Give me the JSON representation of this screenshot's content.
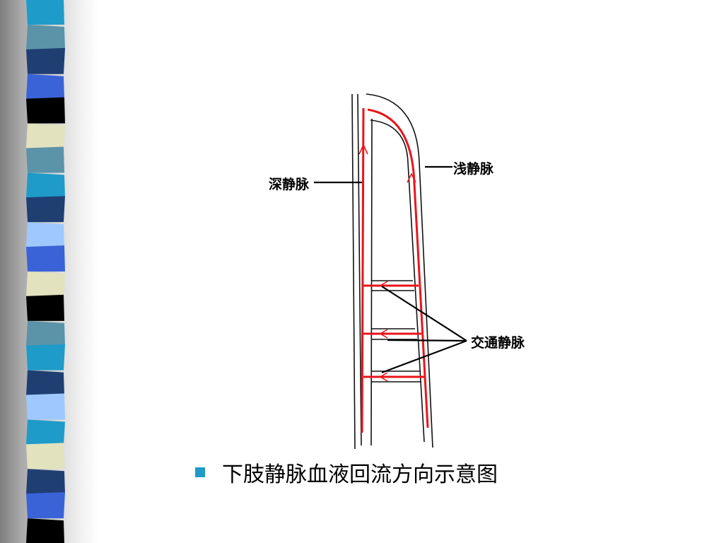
{
  "labels": {
    "deep_vein": "深静脉",
    "superficial_vein": "浅静脉",
    "perforating_vein": "交通静脉"
  },
  "caption": "下肢静脉血液回流方向示意图",
  "colors": {
    "flow": "#e8151b",
    "outline": "#111111",
    "bullet": "#1e9bc8",
    "stripe_palette": [
      "#1e9bc8",
      "#5b93a8",
      "#1f3f73",
      "#3a63d8",
      "#000000",
      "#e2e2be",
      "#9fc8ff"
    ]
  },
  "stripes": [
    "#1e9bc8",
    "#5b93a8",
    "#1f3f73",
    "#3a63d8",
    "#000000",
    "#e2e2be",
    "#5b93a8",
    "#1e9bc8",
    "#1f3f73",
    "#9fc8ff",
    "#3a63d8",
    "#e2e2be",
    "#000000",
    "#5b93a8",
    "#1e9bc8",
    "#1f3f73",
    "#9fc8ff",
    "#1e9bc8",
    "#e2e2be",
    "#1f3f73",
    "#3a63d8",
    "#000000"
  ]
}
